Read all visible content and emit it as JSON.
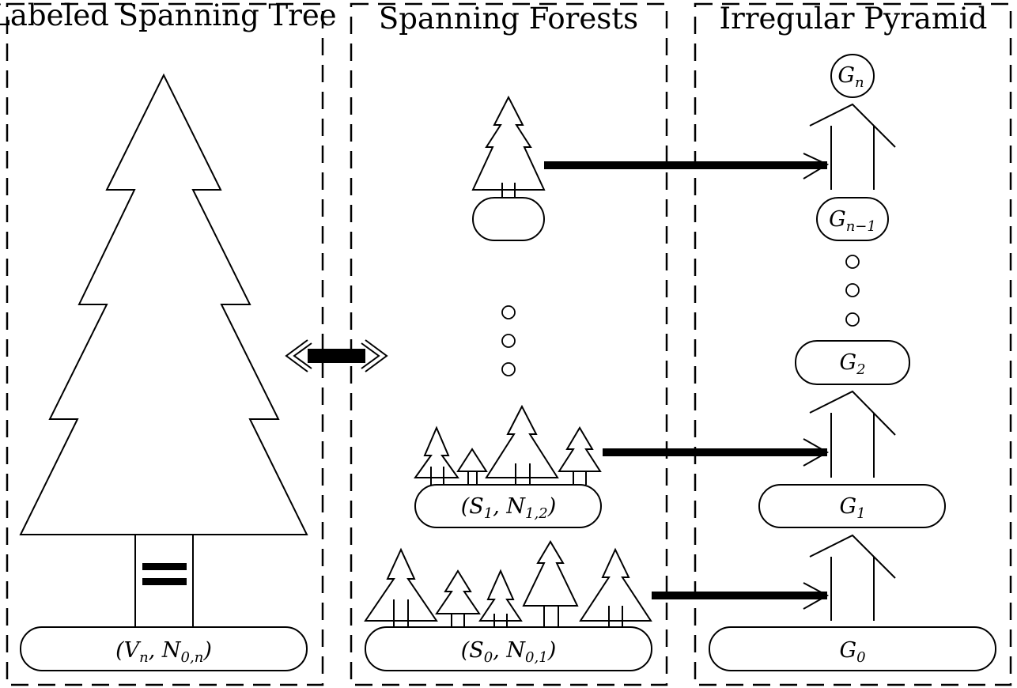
{
  "panels": {
    "left_title": "Labeled Spanning Tree",
    "middle_title": "Spanning Forests",
    "right_title": "Irregular Pyramid"
  },
  "left": {
    "base_label": {
      "main": "(V",
      "s1": "n",
      "mid": ", N",
      "s2": "0,n",
      "end": ")"
    }
  },
  "middle": {
    "level0": {
      "main": "(S",
      "s1": "0",
      "mid": ", N",
      "s2": "0,1",
      "end": ")"
    },
    "level1": {
      "main": "(S",
      "s1": "1",
      "mid": ", N",
      "s2": "1,2",
      "end": ")"
    }
  },
  "right": {
    "g0": {
      "main": "G",
      "sub": "0"
    },
    "g1": {
      "main": "G",
      "sub": "1"
    },
    "g2": {
      "main": "G",
      "sub": "2"
    },
    "gn1": {
      "main": "G",
      "sub": "n−1"
    },
    "gn": {
      "main": "G",
      "sub": "n"
    }
  }
}
